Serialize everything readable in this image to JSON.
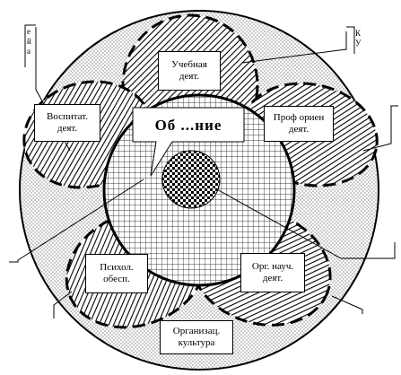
{
  "labels": {
    "study": "Учебная\nдеят.",
    "upbringing": "Воспитат.\nдеят.",
    "professional": "Проф ориен\nдеят.",
    "psychology": "Психол.\nобесп.",
    "org_science": "Орг. науч.\nдеят.",
    "culture": "Организац.\nкультура",
    "center": "Об  ...ние"
  },
  "edge_fragments": {
    "top_left": "е\nй\nа",
    "top_right": "К\nУ"
  },
  "colors": {
    "line": "#000000",
    "background": "#ffffff"
  }
}
